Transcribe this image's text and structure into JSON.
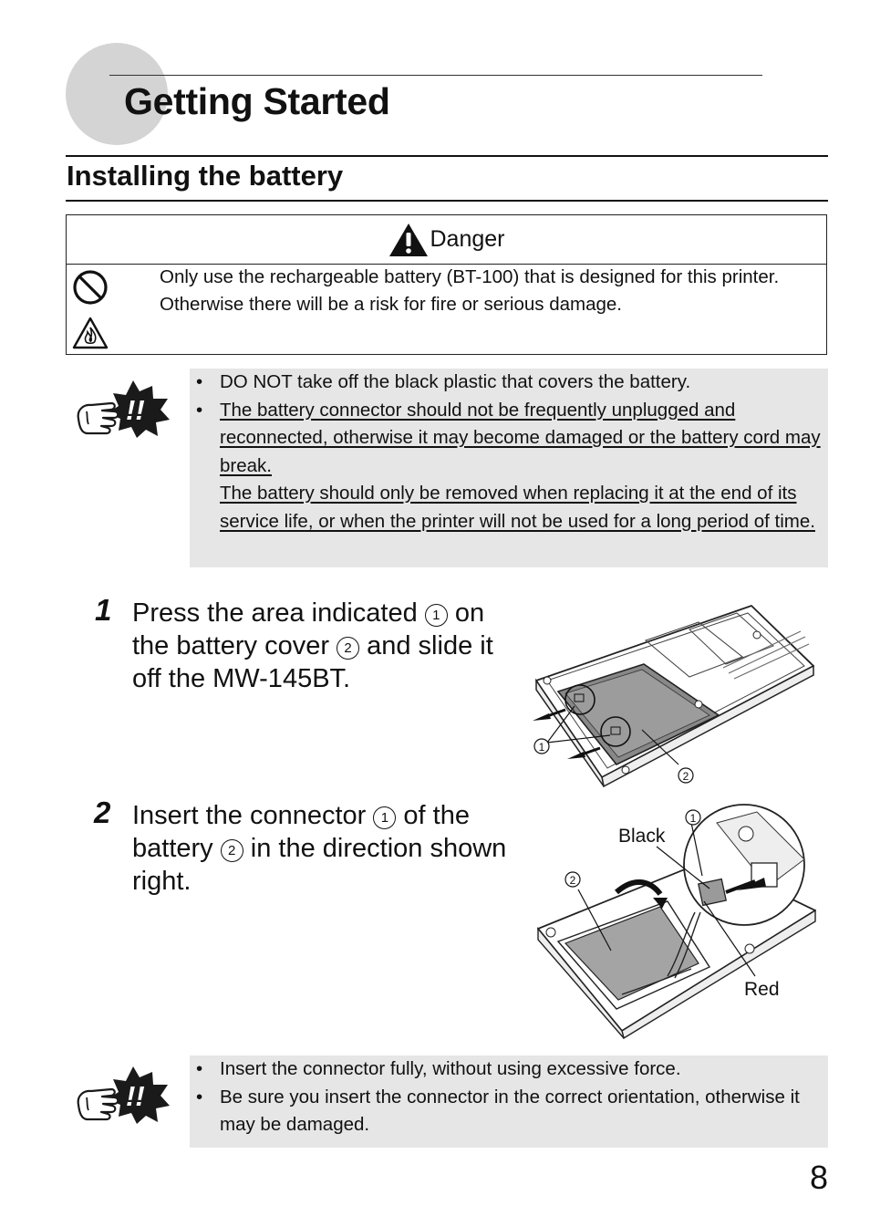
{
  "chapter": {
    "title": "Getting Started"
  },
  "section": {
    "title": "Installing the battery"
  },
  "danger": {
    "label": "Danger",
    "text": "Only use the rechargeable battery (BT-100) that is designed for this printer. Otherwise there will be a risk for fire or serious damage.",
    "icons": [
      "prohibition-icon",
      "fire-warning-icon"
    ]
  },
  "note1": {
    "icon": "caution-hand-icon",
    "icon_text": "!!",
    "items": [
      {
        "text": "DO NOT take off the black plastic that covers the battery."
      },
      {
        "text": "The battery connector should not be frequently unplugged and reconnected, otherwise it may become damaged or the battery cord may break.",
        "text2": "The battery should only be removed when replacing it at the end of its service life, or when the printer will not be used for a long period of time."
      }
    ]
  },
  "steps": [
    {
      "number": "1",
      "part1": "Press the area indicated ",
      "marker1": "1",
      "part2": " on the battery cover ",
      "marker2": "2",
      "part3": " and slide it off the MW-145BT.",
      "figure": {
        "callout1": "1",
        "callout2": "2"
      }
    },
    {
      "number": "2",
      "part1": "Insert the connector ",
      "marker1": "1",
      "part2": " of the battery ",
      "marker2": "2",
      "part3": " in the direction shown right.",
      "figure": {
        "callout1": "1",
        "callout2": "2",
        "label_black": "Black",
        "label_red": "Red"
      }
    }
  ],
  "note2": {
    "icon": "caution-hand-icon",
    "icon_text": "!!",
    "items": [
      {
        "text": "Insert the connector fully, without using excessive force."
      },
      {
        "text": "Be sure you insert the connector in the correct orientation, otherwise it may be damaged."
      }
    ]
  },
  "page": {
    "number": "8"
  }
}
